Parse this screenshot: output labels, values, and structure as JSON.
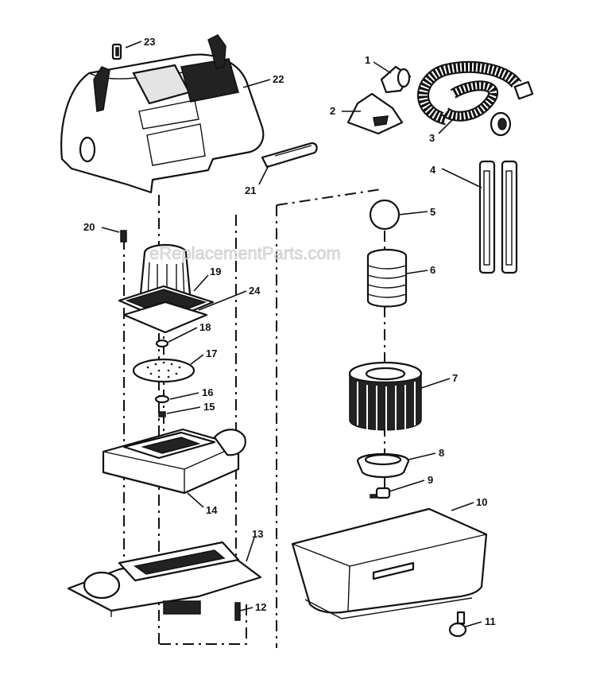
{
  "watermark": "eReplacementParts.com",
  "callouts": [
    {
      "id": "c1",
      "text": "1"
    },
    {
      "id": "c2",
      "text": "2"
    },
    {
      "id": "c3",
      "text": "3"
    },
    {
      "id": "c4",
      "text": "4"
    },
    {
      "id": "c5",
      "text": "5"
    },
    {
      "id": "c6",
      "text": "6"
    },
    {
      "id": "c7",
      "text": "7"
    },
    {
      "id": "c8",
      "text": "8"
    },
    {
      "id": "c9",
      "text": "9"
    },
    {
      "id": "c10",
      "text": "10"
    },
    {
      "id": "c11",
      "text": "11"
    },
    {
      "id": "c12",
      "text": "12"
    },
    {
      "id": "c13",
      "text": "13"
    },
    {
      "id": "c14",
      "text": "14"
    },
    {
      "id": "c15",
      "text": "15"
    },
    {
      "id": "c16",
      "text": "16"
    },
    {
      "id": "c17",
      "text": "17"
    },
    {
      "id": "c18",
      "text": "18"
    },
    {
      "id": "c19",
      "text": "19"
    },
    {
      "id": "c20",
      "text": "20"
    },
    {
      "id": "c21",
      "text": "21"
    },
    {
      "id": "c22",
      "text": "22"
    },
    {
      "id": "c23",
      "text": "23"
    },
    {
      "id": "c24",
      "text": "24"
    }
  ]
}
